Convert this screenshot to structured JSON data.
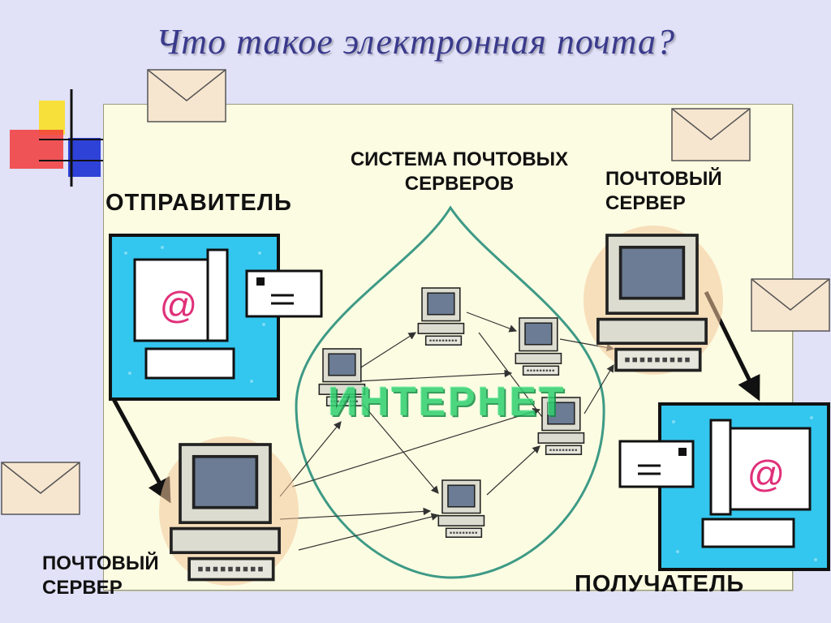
{
  "title": "Что такое электронная почта?",
  "labels": {
    "sender": "ОТПРАВИТЕЛЬ",
    "mail_system_line1": "СИСТЕМА ПОЧТОВЫХ",
    "mail_system_line2": "СЕРВЕРОВ",
    "mail_server_right_line1": "ПОЧТОВЫЙ",
    "mail_server_right_line2": "СЕРВЕР",
    "mail_server_left_line1": "ПОЧТОВЫЙ",
    "mail_server_left_line2": "СЕРВЕР",
    "recipient": "ПОЛУЧАТЕЛЬ",
    "internet": "ИНТЕРНЕТ"
  },
  "icons": {
    "sender_symbol": "@",
    "recipient_symbol": "@"
  },
  "colors": {
    "background": "#e1e1f8",
    "panel": "#fcfce2",
    "title": "#3a3a8c",
    "internet_outline": "#3e9a86",
    "internet_text": "#2ed06e",
    "screen_frame": "#33c6ee",
    "envelope": "#f7e6cf"
  }
}
